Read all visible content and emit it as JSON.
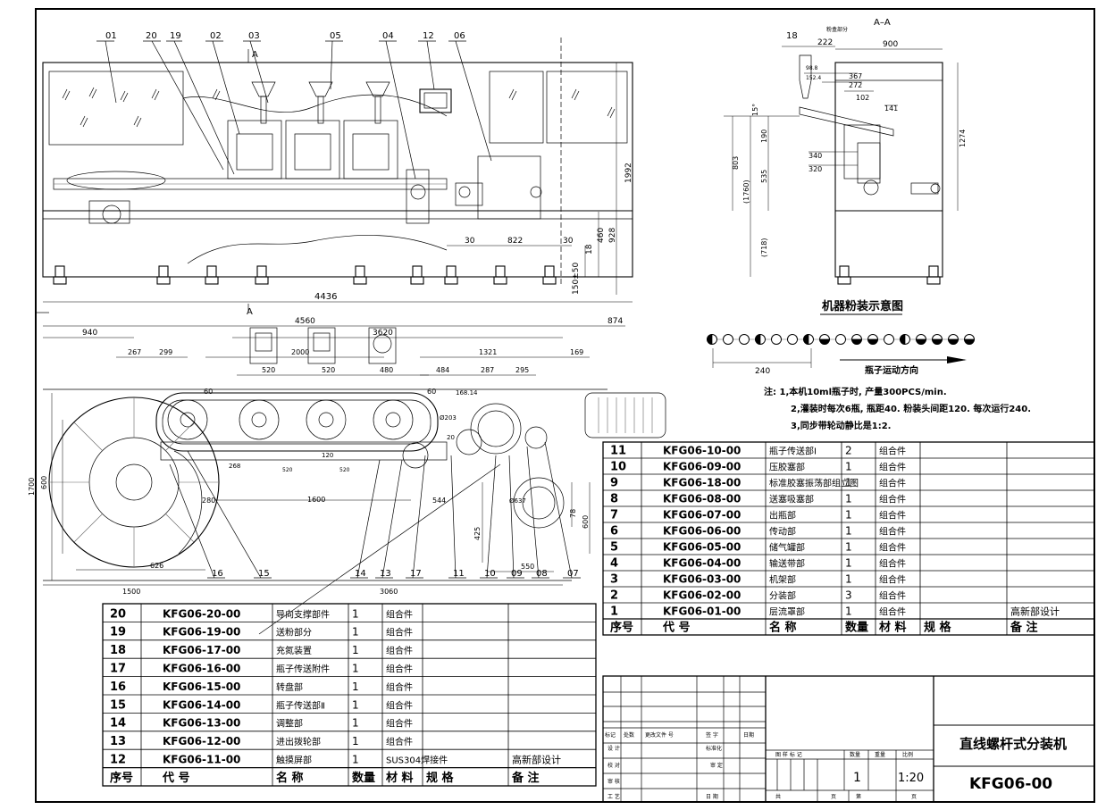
{
  "drawing": {
    "section_label": "A–A",
    "section_mark": "A",
    "top_callouts": [
      "01",
      "20",
      "19",
      "02",
      "03",
      "05",
      "04",
      "12",
      "06"
    ],
    "side_callouts": [
      "18"
    ],
    "bottom_callouts": [
      "16",
      "15",
      "14",
      "13",
      "17",
      "11",
      "10",
      "09",
      "08",
      "07"
    ],
    "side_small_label": "粉盒部分",
    "front_dims": {
      "width_total": "4436",
      "height_total": "1992",
      "h928": "928",
      "h460": "460",
      "h18": "18",
      "h150": "150±50",
      "d30a": "30",
      "d822": "822",
      "d30b": "30"
    },
    "side_dims": {
      "w900": "900",
      "w222": "222",
      "d367": "367",
      "d272": "272",
      "d102": "102",
      "d141": "141",
      "d340": "340",
      "d320": "320",
      "d190": "190",
      "d803": "803",
      "d535": "535",
      "d1760": "(1760)",
      "d718": "(718)",
      "d1274": "1274",
      "angle": "15°",
      "d98": "98.8",
      "d152": "152.4"
    },
    "plan_dims": {
      "w4560": "4560",
      "w874": "874",
      "w940": "940",
      "w3620": "3620",
      "w267": "267",
      "w299": "299",
      "w2000": "2000",
      "w1321": "1321",
      "w169": "169",
      "w520a": "520",
      "w520b": "520",
      "w480": "480",
      "w484": "484",
      "w287": "287",
      "w295": "295",
      "w60a": "60",
      "w60b": "60",
      "d168": "168.14",
      "d203": "Ø203",
      "d1600": "1600",
      "d280": "280",
      "d626": "626",
      "d1500": "1500",
      "d3060": "3060",
      "d550": "550",
      "d425": "425",
      "d600": "600",
      "d78": "78",
      "d1700": "1700",
      "d600b": "600",
      "d544": "544",
      "d637": "Ø637",
      "d20": "20",
      "d120": "120",
      "d268": "268",
      "d520c": "520",
      "d520d": "520"
    }
  },
  "schematic": {
    "title": "机器粉装示意图",
    "dim_240": "240",
    "direction_label": "瓶子运动方向",
    "notes": [
      "注: 1,本机10ml瓶子时, 产量300PCS/min.",
      "2,灌装时每次6瓶, 瓶距40. 粉装头间距120. 每次运行240.",
      "3,同步带轮动静比是1:2."
    ]
  },
  "bom_right": {
    "rows": [
      {
        "no": "11",
        "code": "KFG06-10-00",
        "name": "瓶子传送部Ⅰ",
        "qty": "2",
        "mat": "组合件",
        "spec": "",
        "note": ""
      },
      {
        "no": "10",
        "code": "KFG06-09-00",
        "name": "压胶塞部",
        "qty": "1",
        "mat": "组合件",
        "spec": "",
        "note": ""
      },
      {
        "no": "9",
        "code": "KFG06-18-00",
        "name": "标准胶塞振荡部组立图",
        "qty": "1",
        "mat": "组合件",
        "spec": "",
        "note": ""
      },
      {
        "no": "8",
        "code": "KFG06-08-00",
        "name": "送塞吸塞部",
        "qty": "1",
        "mat": "组合件",
        "spec": "",
        "note": ""
      },
      {
        "no": "7",
        "code": "KFG06-07-00",
        "name": "出瓶部",
        "qty": "1",
        "mat": "组合件",
        "spec": "",
        "note": ""
      },
      {
        "no": "6",
        "code": "KFG06-06-00",
        "name": "传动部",
        "qty": "1",
        "mat": "组合件",
        "spec": "",
        "note": ""
      },
      {
        "no": "5",
        "code": "KFG06-05-00",
        "name": "储气罐部",
        "qty": "1",
        "mat": "组合件",
        "spec": "",
        "note": ""
      },
      {
        "no": "4",
        "code": "KFG06-04-00",
        "name": "输送带部",
        "qty": "1",
        "mat": "组合件",
        "spec": "",
        "note": ""
      },
      {
        "no": "3",
        "code": "KFG06-03-00",
        "name": "机架部",
        "qty": "1",
        "mat": "组合件",
        "spec": "",
        "note": ""
      },
      {
        "no": "2",
        "code": "KFG06-02-00",
        "name": "分装部",
        "qty": "3",
        "mat": "组合件",
        "spec": "",
        "note": ""
      },
      {
        "no": "1",
        "code": "KFG06-01-00",
        "name": "层流罩部",
        "qty": "1",
        "mat": "组合件",
        "spec": "",
        "note": "高新部设计"
      }
    ],
    "header": {
      "no": "序号",
      "code": "代 号",
      "name": "名 称",
      "qty": "数量",
      "mat": "材 料",
      "spec": "规 格",
      "note": "备 注"
    }
  },
  "bom_left": {
    "rows": [
      {
        "no": "20",
        "code": "KFG06-20-00",
        "name": "导向支撑部件",
        "qty": "1",
        "mat": "组合件",
        "spec": "",
        "note": ""
      },
      {
        "no": "19",
        "code": "KFG06-19-00",
        "name": "送粉部分",
        "qty": "1",
        "mat": "组合件",
        "spec": "",
        "note": ""
      },
      {
        "no": "18",
        "code": "KFG06-17-00",
        "name": "充氮装置",
        "qty": "1",
        "mat": "组合件",
        "spec": "",
        "note": ""
      },
      {
        "no": "17",
        "code": "KFG06-16-00",
        "name": "瓶子传送附件",
        "qty": "1",
        "mat": "组合件",
        "spec": "",
        "note": ""
      },
      {
        "no": "16",
        "code": "KFG06-15-00",
        "name": "转盘部",
        "qty": "1",
        "mat": "组合件",
        "spec": "",
        "note": ""
      },
      {
        "no": "15",
        "code": "KFG06-14-00",
        "name": "瓶子传送部Ⅱ",
        "qty": "1",
        "mat": "组合件",
        "spec": "",
        "note": ""
      },
      {
        "no": "14",
        "code": "KFG06-13-00",
        "name": "调整部",
        "qty": "1",
        "mat": "组合件",
        "spec": "",
        "note": ""
      },
      {
        "no": "13",
        "code": "KFG06-12-00",
        "name": "进出拨轮部",
        "qty": "1",
        "mat": "组合件",
        "spec": "",
        "note": ""
      },
      {
        "no": "12",
        "code": "KFG06-11-00",
        "name": "触摸屏部",
        "qty": "1",
        "mat": "SUS304焊接件",
        "spec": "",
        "note": "高新部设计"
      }
    ],
    "header": {
      "no": "序号",
      "code": "代 号",
      "name": "名 称",
      "qty": "数量",
      "mat": "材 料",
      "spec": "规 格",
      "note": "备 注"
    }
  },
  "title_block": {
    "rev_labels": [
      "标记",
      "处数",
      "更改文件 号",
      "签 字",
      "日期"
    ],
    "sign_labels": [
      "设 计",
      "标准化",
      "校 对",
      "审 定",
      "审 核",
      "工 艺",
      "日 期"
    ],
    "stage_labels": [
      "图 样 标 记",
      "数量",
      "重量",
      "比例"
    ],
    "qty": "1",
    "scale": "1:20",
    "sheet_labels": [
      "共",
      "页",
      "第",
      "页"
    ],
    "drawing_name": "直线螺杆式分装机",
    "drawing_no": "KFG06-00"
  }
}
